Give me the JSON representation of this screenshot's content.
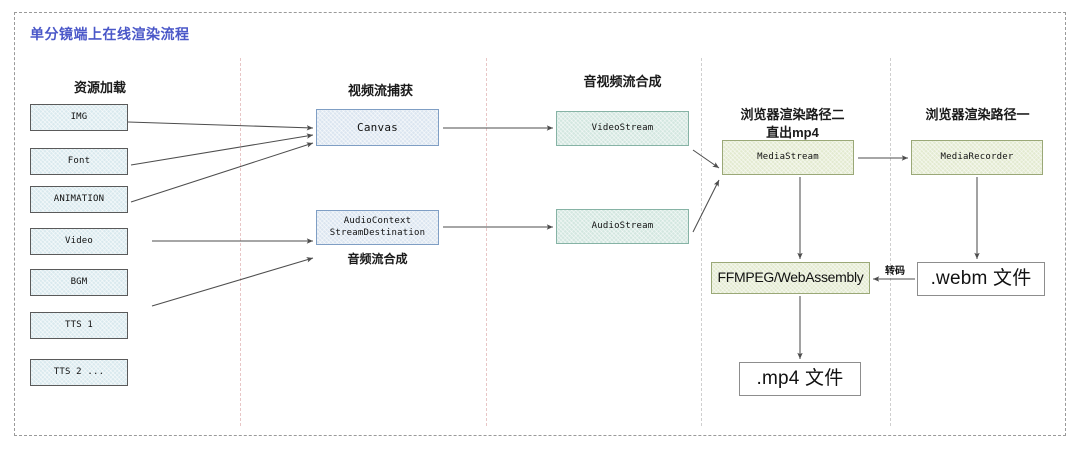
{
  "title": "单分镜端上在线渲染流程",
  "theme": {
    "title_color": "#4a57c8",
    "frame_border": "#9a9a9a",
    "lane_divider": "#e8c6c6",
    "lane_divider_gray": "#cfcfcf",
    "blue_fill": "#d9e9ee",
    "steel_fill": "#dbe5f0",
    "mint_fill": "#d3e7e0",
    "olive_fill": "#e3ead0",
    "white_fill": "#ffffff",
    "arrow_color": "#4d4d4d"
  },
  "lanes": [
    {
      "name": "resource-loading",
      "title": "资源加载"
    },
    {
      "name": "video-stream-capture",
      "title": "视频流捕获"
    },
    {
      "name": "av-stream-composition",
      "title": "音视频流合成"
    },
    {
      "name": "browser-render-path-two",
      "title": "浏览器渲染路径二",
      "subtitle": "直出mp4"
    },
    {
      "name": "browser-render-path-one",
      "title": "浏览器渲染路径一"
    }
  ],
  "resources": [
    {
      "name": "img",
      "label": "IMG"
    },
    {
      "name": "font",
      "label": "Font"
    },
    {
      "name": "animation",
      "label": "ANIMATION"
    },
    {
      "name": "video",
      "label": "Video"
    },
    {
      "name": "bgm",
      "label": "BGM"
    },
    {
      "name": "tts1",
      "label": "TTS 1"
    },
    {
      "name": "tts2",
      "label": "TTS 2 ..."
    }
  ],
  "capture": {
    "canvas": "Canvas",
    "audio_context_line1": "AudioContext",
    "audio_context_line2": "StreamDestination",
    "audio_caption": "音频流合成"
  },
  "composition": {
    "video_stream": "VideoStream",
    "audio_stream": "AudioStream"
  },
  "path_two": {
    "media_stream": "MediaStream",
    "ffmpeg": "FFMPEG/WebAssembly",
    "mp4_file": ".mp4 文件"
  },
  "path_one": {
    "media_recorder": "MediaRecorder",
    "webm_file": ".webm 文件"
  },
  "edges": {
    "transcode_label": "转码"
  }
}
